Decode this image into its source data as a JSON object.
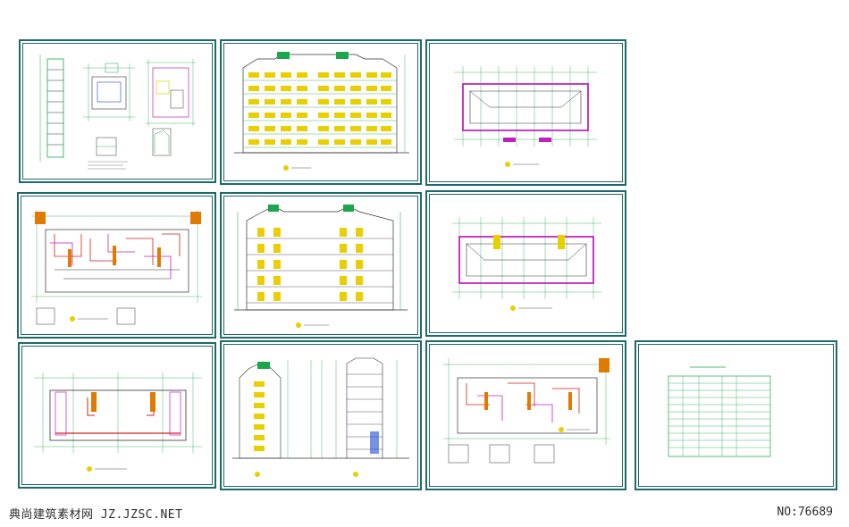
{
  "footer": {
    "left_text": "典尚建筑素材网 JZ.JZSC.NET",
    "right_text": "NO:76689"
  },
  "colors": {
    "frame": "#1e6a6a",
    "line_green": "#1aa64a",
    "line_yellow": "#e8d000",
    "line_magenta": "#c020c0",
    "line_blue": "#1a4ad0",
    "line_red": "#d02020",
    "line_orange": "#e07a00"
  },
  "sheets": [
    {
      "id": "sheet-details",
      "kind": "details"
    },
    {
      "id": "sheet-front-elevation",
      "kind": "elevation"
    },
    {
      "id": "sheet-roof-plan",
      "kind": "roof-plan"
    },
    {
      "id": "sheet-floor-plan-a",
      "kind": "floor-plan"
    },
    {
      "id": "sheet-rear-elevation",
      "kind": "elevation"
    },
    {
      "id": "sheet-roof-plan-b",
      "kind": "roof-plan"
    },
    {
      "id": "sheet-ground-plan",
      "kind": "ground-plan"
    },
    {
      "id": "sheet-side-section",
      "kind": "section"
    },
    {
      "id": "sheet-floor-plan-b",
      "kind": "floor-plan"
    },
    {
      "id": "sheet-index-table",
      "kind": "table"
    }
  ]
}
